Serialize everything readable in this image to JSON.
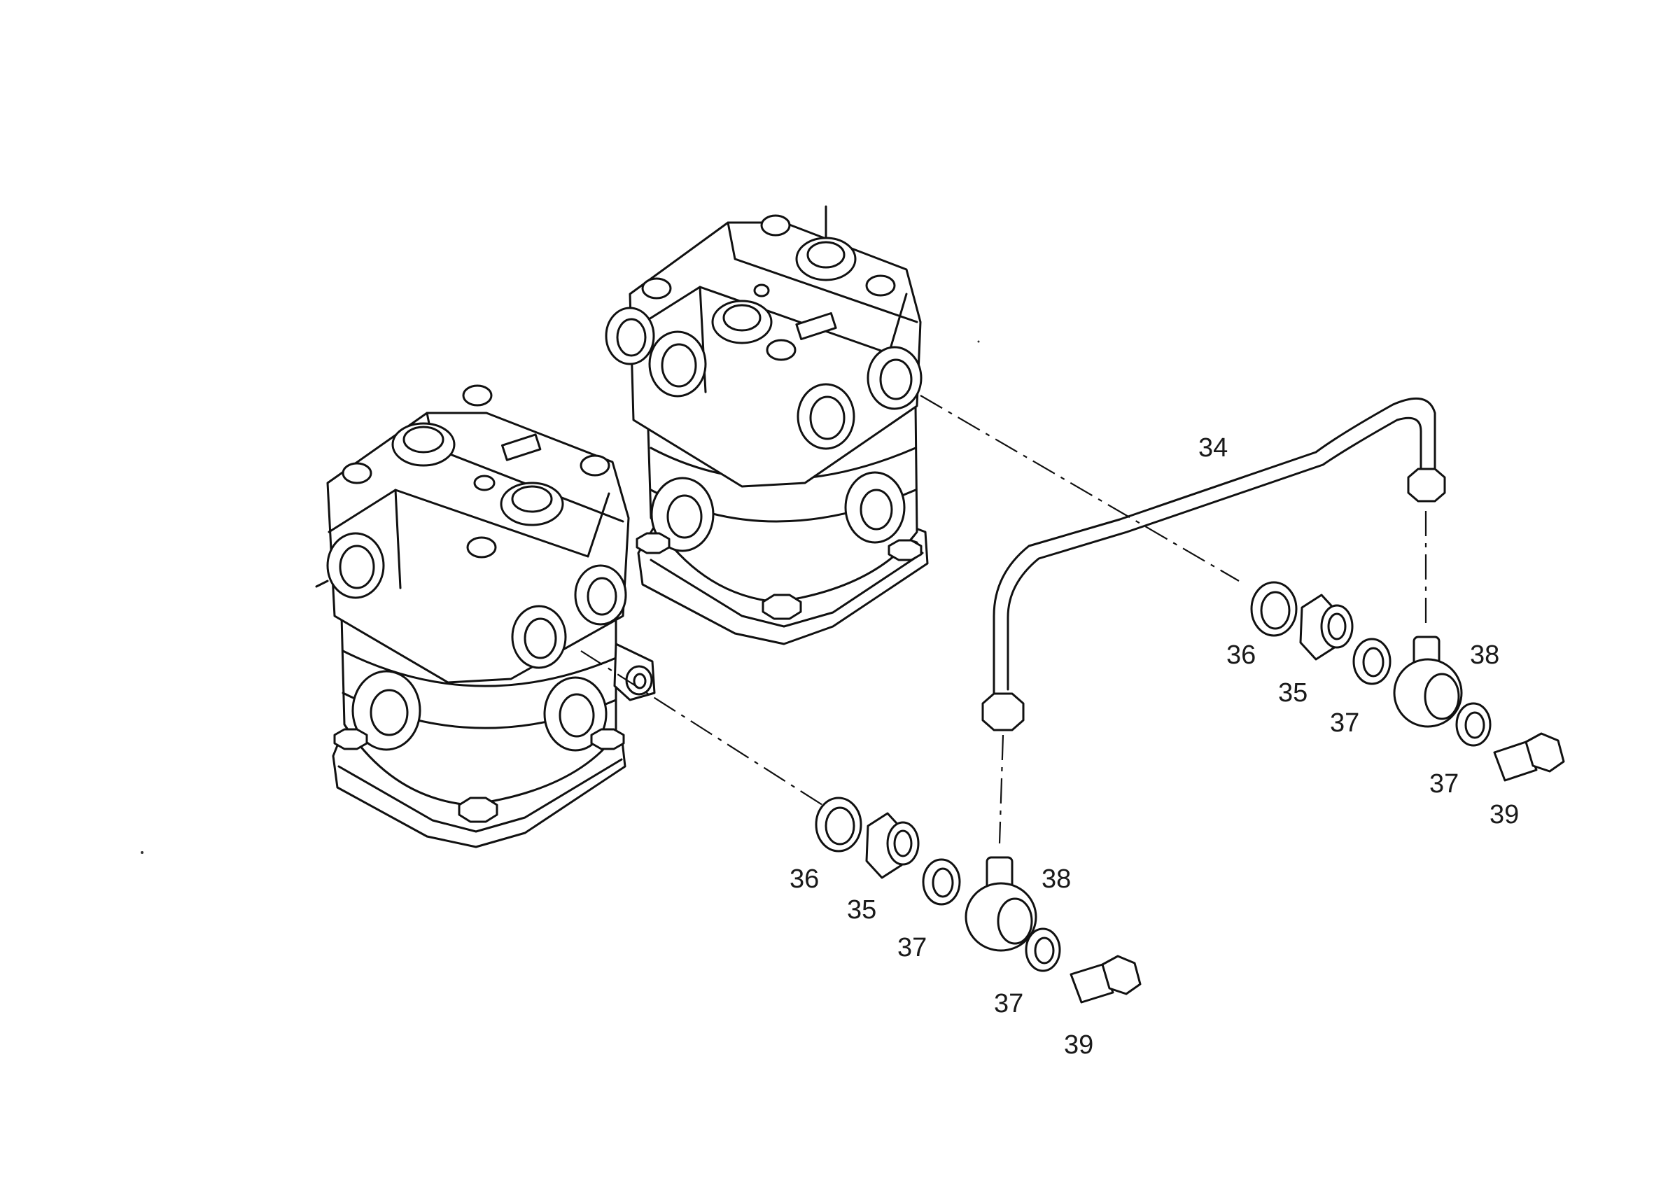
{
  "figure": {
    "callouts": {
      "pipe": "34",
      "union_nut_right": "35",
      "union_nut_left": "35",
      "seal_ring_large_right": "36",
      "seal_ring_large_left": "36",
      "washer_right_a": "37",
      "washer_right_b": "37",
      "washer_left_a": "37",
      "washer_left_b": "37",
      "banjo_right": "38",
      "banjo_left": "38",
      "bolt_right": "39",
      "bolt_left": "39"
    }
  }
}
